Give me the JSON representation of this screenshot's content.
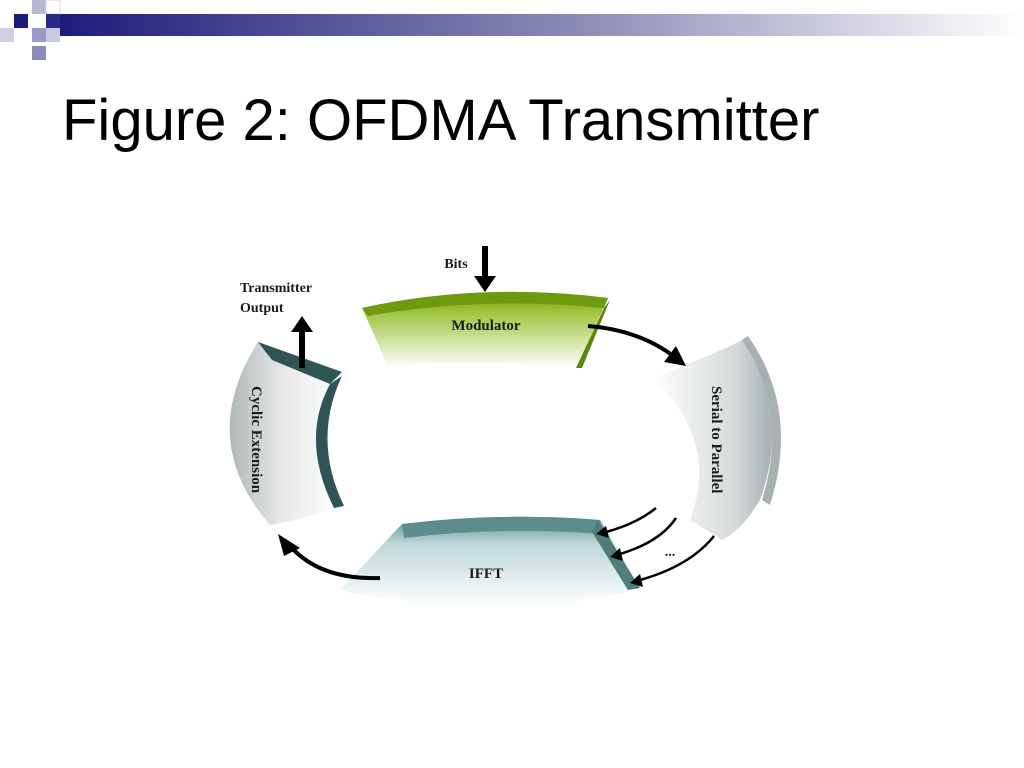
{
  "slide": {
    "title": "Figure 2: OFDMA Transmitter"
  },
  "diagram": {
    "input_label": "Bits",
    "output_label_line1": "Transmitter",
    "output_label_line2": "Output",
    "blocks": {
      "modulator": "Modulator",
      "serial_to_parallel": "Serial to Parallel",
      "ifft": "IFFT",
      "cyclic_extension": "Cyclic Extension"
    },
    "ellipsis": "..."
  },
  "colors": {
    "deco_navy": "#1c1c7c",
    "deco_light": "#a8a8cc",
    "modulator_green": "#6f9a10",
    "stp_gray": "#a8b0b2",
    "ifft_teal": "#5d8c8c",
    "cyclic_dark": "#2f5456"
  }
}
